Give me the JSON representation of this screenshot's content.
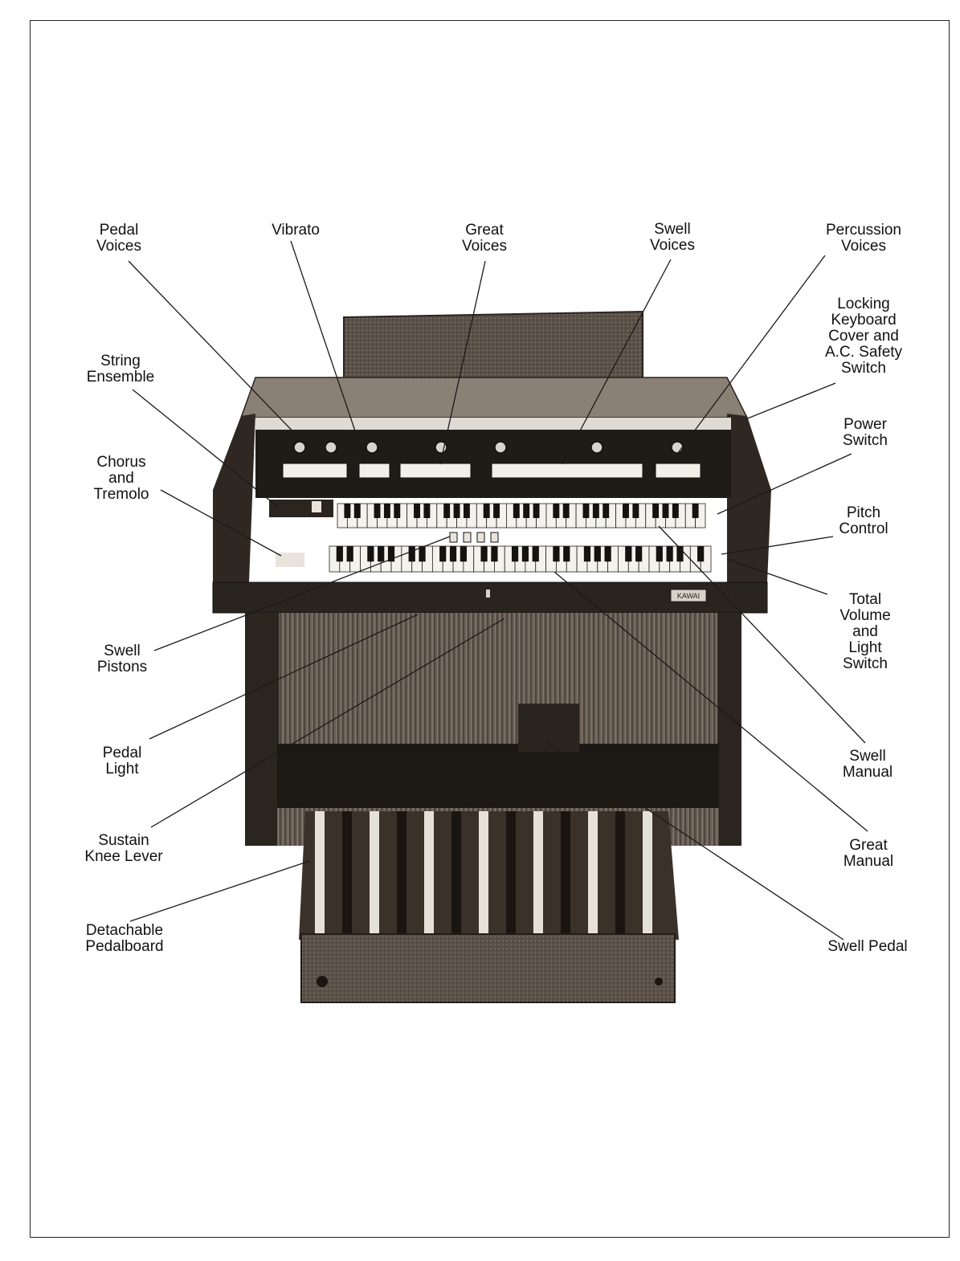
{
  "brand_plate": "KAWAI",
  "colors": {
    "wood": "#3a3128",
    "wood_dark": "#1e1a16",
    "cabinet": "#6d6258",
    "key_white": "#f4f2ec",
    "key_black": "#151210",
    "line": "#1a1a1a"
  },
  "callouts": [
    {
      "id": "pedal-voices",
      "lines": [
        "Pedal",
        "Voices"
      ]
    },
    {
      "id": "vibrato",
      "lines": [
        "Vibrato"
      ]
    },
    {
      "id": "great-voices",
      "lines": [
        "Great",
        "Voices"
      ]
    },
    {
      "id": "swell-voices",
      "lines": [
        "Swell",
        "Voices"
      ]
    },
    {
      "id": "percussion-voices",
      "lines": [
        "Percussion",
        "Voices"
      ]
    },
    {
      "id": "locking-cover",
      "lines": [
        "Locking",
        "Keyboard",
        "Cover and",
        "A.C. Safety",
        "Switch"
      ]
    },
    {
      "id": "string-ensemble",
      "lines": [
        "String",
        "Ensemble"
      ]
    },
    {
      "id": "power-switch",
      "lines": [
        "Power",
        "Switch"
      ]
    },
    {
      "id": "chorus-tremolo",
      "lines": [
        "Chorus",
        "and",
        "Tremolo"
      ]
    },
    {
      "id": "pitch-control",
      "lines": [
        "Pitch",
        "Control"
      ]
    },
    {
      "id": "total-volume",
      "lines": [
        "Total",
        "Volume",
        "and",
        "Light",
        "Switch"
      ]
    },
    {
      "id": "swell-pistons",
      "lines": [
        "Swell",
        "Pistons"
      ]
    },
    {
      "id": "pedal-light",
      "lines": [
        "Pedal",
        "Light"
      ]
    },
    {
      "id": "swell-manual",
      "lines": [
        "Swell",
        "Manual"
      ]
    },
    {
      "id": "sustain-knee-lever",
      "lines": [
        "Sustain",
        "Knee Lever"
      ]
    },
    {
      "id": "great-manual",
      "lines": [
        "Great",
        "Manual"
      ]
    },
    {
      "id": "detachable-pedalboard",
      "lines": [
        "Detachable",
        "Pedalboard"
      ]
    },
    {
      "id": "swell-pedal",
      "lines": [
        "Swell Pedal"
      ]
    }
  ]
}
